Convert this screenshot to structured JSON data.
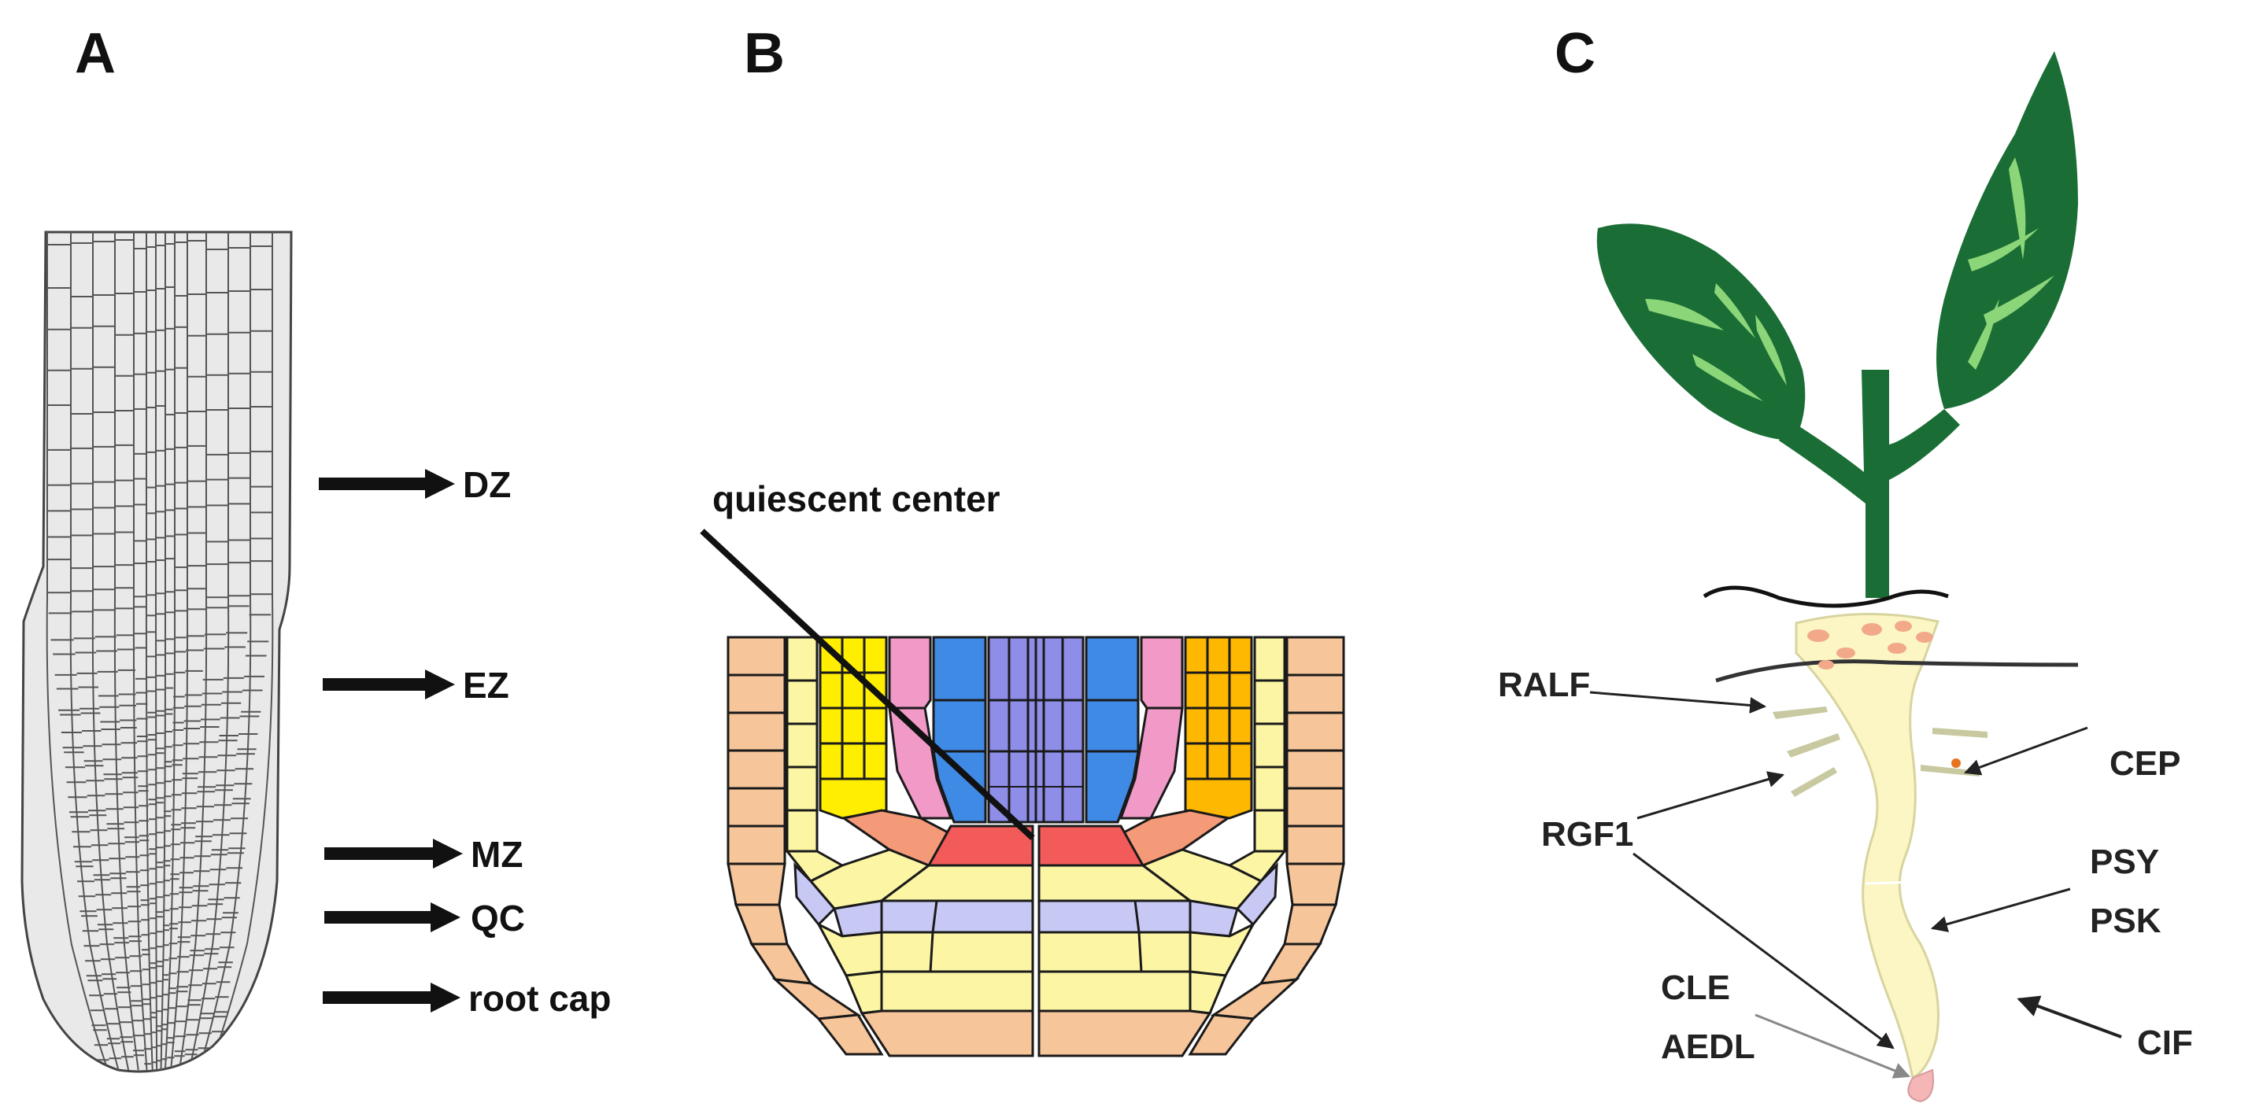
{
  "panels": {
    "a": {
      "letter": "A",
      "zones": [
        {
          "label": "DZ"
        },
        {
          "label": "EZ"
        },
        {
          "label": "MZ"
        },
        {
          "label": "QC"
        },
        {
          "label": "root cap"
        }
      ]
    },
    "b": {
      "letter": "B",
      "callout": "quiescent center"
    },
    "c": {
      "letter": "C",
      "peptides": [
        {
          "label": "RALF"
        },
        {
          "label": "CEP"
        },
        {
          "label": "RGF1"
        },
        {
          "label": "PSY"
        },
        {
          "label": "PSK"
        },
        {
          "label": "CLE"
        },
        {
          "label": "AEDL"
        },
        {
          "label": "CIF"
        }
      ]
    }
  },
  "colors": {
    "root_fill": "#e9e9e9",
    "orange_cells": "#f7c59a",
    "yellow_pale": "#fbf5a4",
    "yellow_bright": "#ffee00",
    "orange_bright": "#ffb800",
    "pink": "#f19ac8",
    "blue": "#3f8ae5",
    "lavender": "#8e8ee8",
    "lavender_pale": "#c8c8f4",
    "red": "#f35a5a",
    "coral": "#f59a78",
    "leaf_green": "#1a6e35",
    "leaf_vein": "#8cd67a",
    "root_cream": "#fbf6c4",
    "root_tip": "#f4b6b6"
  }
}
